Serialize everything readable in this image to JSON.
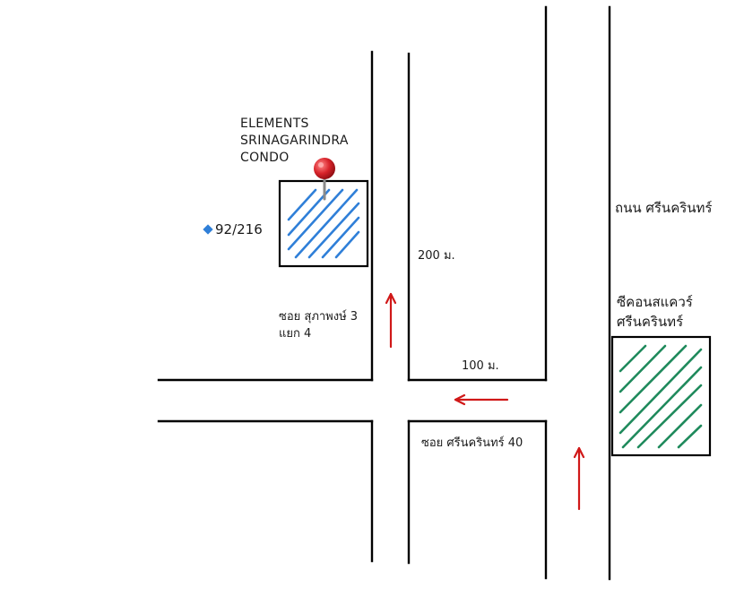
{
  "building": {
    "name_lines": [
      "ELEMENTS",
      "SRINAGARINDRA",
      "CONDO"
    ],
    "house_number": "92/216"
  },
  "landmark": {
    "name_lines": [
      "ซีคอนสแควร์",
      "ศรีนครินทร์"
    ]
  },
  "roads": {
    "main_road": "ถนน ศรีนครินทร์",
    "side_soi_lines": [
      "ซอย สุภาพงษ์ 3",
      "แยก 4"
    ],
    "soi_40": "ซอย ศรีนครินทร์ 40"
  },
  "distances": {
    "d200": "200 ม.",
    "d100": "100 ม."
  },
  "icons": {
    "location_pin": "map-pin-icon",
    "number_marker": "diamond-icon",
    "direction_arrow": "arrow-icon"
  },
  "colors": {
    "road": "#000000",
    "building_hatch": "#2f7fd8",
    "landmark_hatch": "#1f8a5c",
    "arrow": "#d01818",
    "pin": "#d8232a",
    "marker": "#2f7fd8"
  }
}
